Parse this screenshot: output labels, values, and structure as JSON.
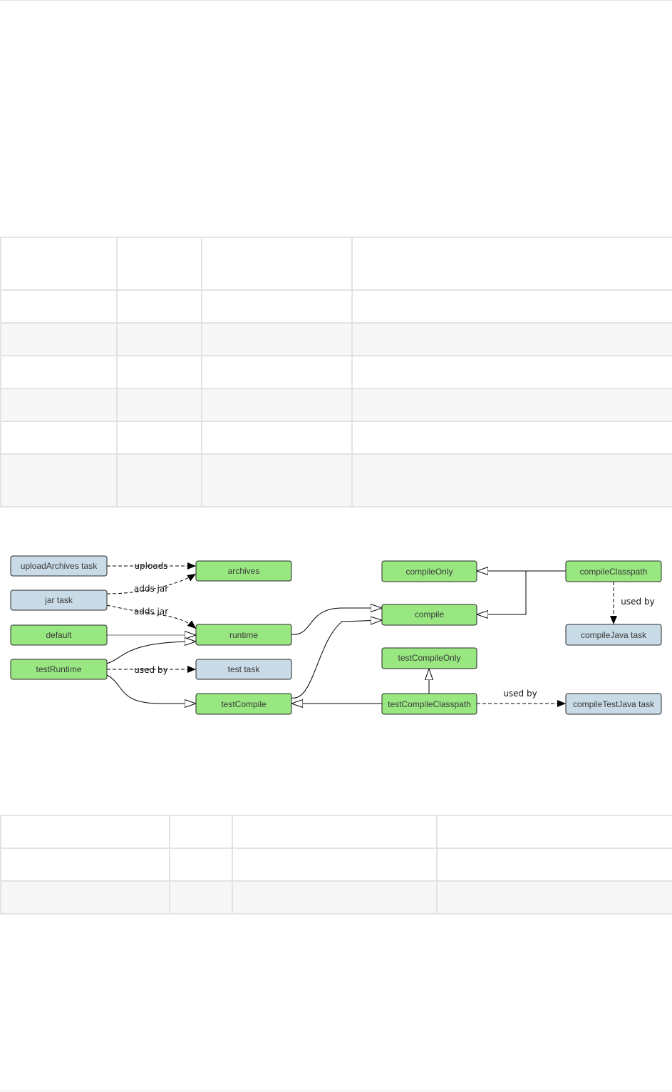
{
  "colors": {
    "configuration_fill": "#98e781",
    "task_fill": "#c8dbe6",
    "node_border": "#2a2a2a",
    "table_border": "#e3e3e3",
    "table_stripe": "#f7f7f7"
  },
  "table_1": {
    "rows": [
      [
        "",
        "",
        "",
        ""
      ],
      [
        "",
        "",
        "",
        ""
      ],
      [
        "",
        "",
        "",
        ""
      ],
      [
        "",
        "",
        "",
        ""
      ],
      [
        "",
        "",
        "",
        ""
      ],
      [
        "",
        "",
        "",
        ""
      ],
      [
        "",
        "",
        "",
        ""
      ]
    ]
  },
  "diagram": {
    "nodes": {
      "upload_archives_task": {
        "label": "uploadArchives task",
        "kind": "task"
      },
      "jar_task": {
        "label": "jar task",
        "kind": "task"
      },
      "default": {
        "label": "default",
        "kind": "configuration"
      },
      "test_runtime": {
        "label": "testRuntime",
        "kind": "configuration"
      },
      "archives": {
        "label": "archives",
        "kind": "configuration"
      },
      "runtime": {
        "label": "runtime",
        "kind": "configuration"
      },
      "test_task": {
        "label": "test task",
        "kind": "task"
      },
      "test_compile": {
        "label": "testCompile",
        "kind": "configuration"
      },
      "compile_only": {
        "label": "compileOnly",
        "kind": "configuration"
      },
      "compile": {
        "label": "compile",
        "kind": "configuration"
      },
      "test_compile_only": {
        "label": "testCompileOnly",
        "kind": "configuration"
      },
      "test_compile_classpath": {
        "label": "testCompileClasspath",
        "kind": "configuration"
      },
      "compile_classpath": {
        "label": "compileClasspath",
        "kind": "configuration"
      },
      "compile_java_task": {
        "label": "compileJava task",
        "kind": "task"
      },
      "compile_test_java_task": {
        "label": "compileTestJava task",
        "kind": "task"
      }
    },
    "edge_labels": {
      "uploads": "uploads",
      "adds_jar_archives": "adds jar",
      "adds_jar_runtime": "adds jar",
      "used_by_test_task": "used by",
      "used_by_compile_java": "used by",
      "used_by_compile_test_java": "used by"
    }
  },
  "table_2": {
    "rows": [
      [
        "",
        "",
        "",
        ""
      ],
      [
        "",
        "",
        "",
        ""
      ],
      [
        "",
        "",
        "",
        ""
      ]
    ]
  }
}
